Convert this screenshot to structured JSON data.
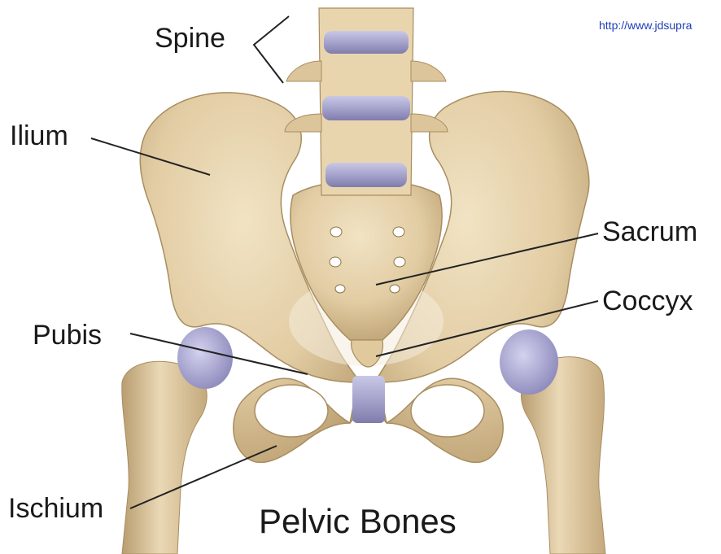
{
  "title": "Pelvic Bones",
  "source_url": "http://www.jdsupra",
  "labels": {
    "spine": "Spine",
    "ilium": "Ilium",
    "sacrum": "Sacrum",
    "coccyx": "Coccyx",
    "pubis": "Pubis",
    "ischium": "Ischium"
  },
  "colors": {
    "bone": "#e6d2ac",
    "bone_shadow": "#b79a6c",
    "cartilage": "#a9a7cf",
    "leader_line": "#222222",
    "url_link": "#1f3fb8"
  }
}
